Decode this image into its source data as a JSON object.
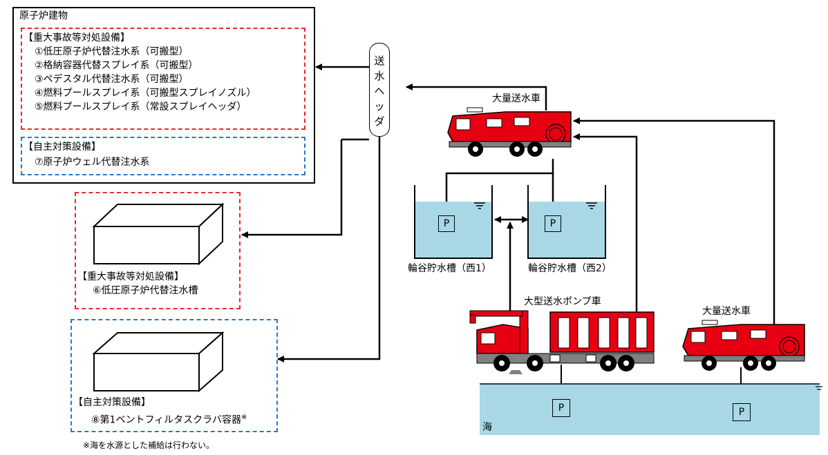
{
  "building": {
    "title": "原子炉建物",
    "red_group": {
      "heading": "【重大事故等対処設備】",
      "items": [
        "①低圧原子炉代替注水系（可搬型）",
        "②格納容器代替スプレイ系（可搬型）",
        "③ペデスタル代替注水系（可搬型）",
        "④燃料プールスプレイ系（可搬型スプレイノズル）",
        "⑤燃料プールスプレイ系（常設スプレイヘッダ）"
      ]
    },
    "blue_group": {
      "heading": "【自主対策設備】",
      "items": [
        "⑦原子炉ウェル代替注水系"
      ]
    }
  },
  "header": {
    "label_chars": [
      "送",
      "水",
      "ヘ",
      "ッ",
      "ダ"
    ]
  },
  "tank6": {
    "heading": "【重大事故等対処設備】",
    "label": "⑥低圧原子炉代替注水槽"
  },
  "tank8": {
    "heading": "【自主対策設備】",
    "label": "⑧第1ベントフィルタスクラバ容器",
    "mark": "※"
  },
  "footnote": "※海を水源とした補給は行わない。",
  "trucks": {
    "top": "大量送水車",
    "pump": "大型送水ポンプ車",
    "right": "大量送水車"
  },
  "water_tanks": {
    "west1": "輪谷貯水槽（西1）",
    "west2": "輪谷貯水槽（西2）",
    "pump_letter": "P"
  },
  "sea": {
    "label": "海"
  },
  "colors": {
    "red": "#e8262b",
    "blue": "#2a78c4",
    "truck_red": "#e60012",
    "water": "#9fd3e2",
    "truck_gray": "#808080"
  }
}
